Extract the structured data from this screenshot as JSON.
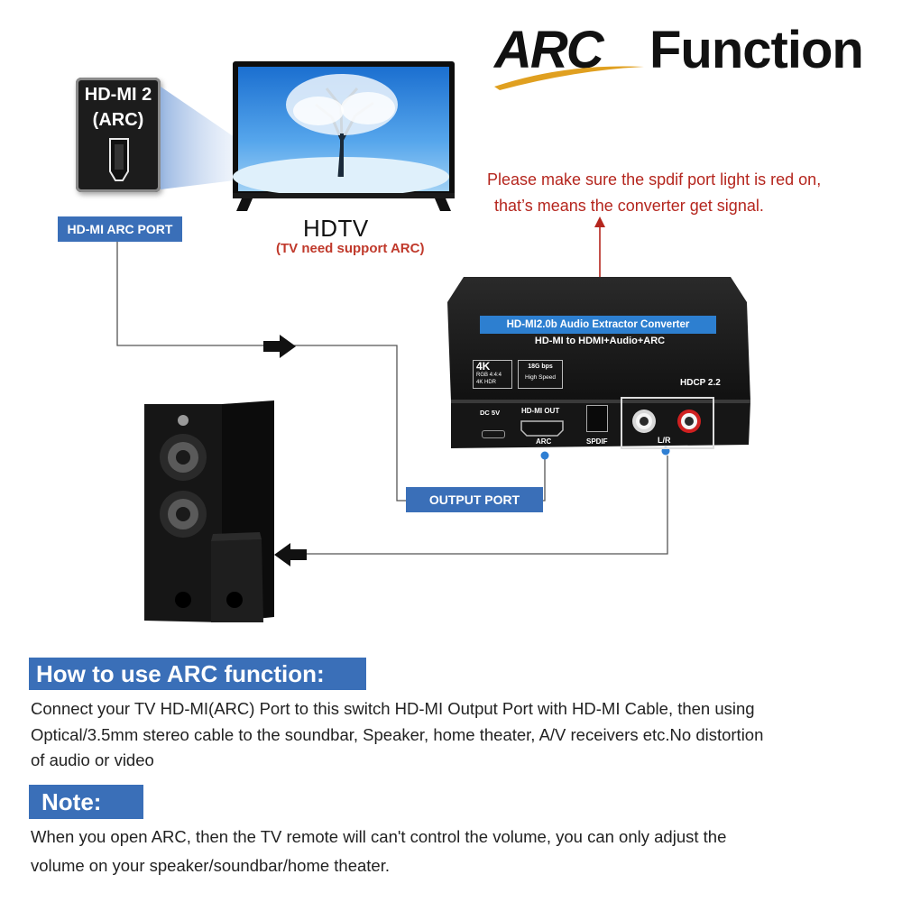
{
  "title": {
    "arc": "ARC",
    "function": "Function"
  },
  "hdmi_port": {
    "line1": "HD-MI 2",
    "line2": "(ARC)",
    "tag": "HD-MI ARC PORT"
  },
  "tv": {
    "label": "HDTV",
    "note": "(TV need support ARC)"
  },
  "red_note": {
    "line1": "Please make sure the spdif port light is red on,",
    "line2": "that’s means the converter get signal."
  },
  "converter": {
    "title": "HD-MI2.0b Audio Extractor Converter",
    "subtitle": "HD-MI to HDMI+Audio+ARC",
    "badge_4k": "4K",
    "badge_rgb": "RGB 4:4:4",
    "badge_hdr": "4K   HDR",
    "badge_speed": "18G bps",
    "badge_speed2": "High Speed",
    "hdcp": "HDCP 2.2",
    "dc": "DC 5V",
    "hdmi_out": "HD-MI OUT",
    "arc": "ARC",
    "spdif": "SPDIF",
    "lr": "L/R"
  },
  "output_tag": "OUTPUT PORT",
  "howto": {
    "heading": "How to use ARC function:",
    "line1": "Connect your TV HD-MI(ARC) Port to this switch HD-MI Output Port with HD-MI Cable, then using",
    "line2": "Optical/3.5mm stereo cable to the soundbar, Speaker, home theater, A/V receivers etc.No distortion",
    "line3": "of audio or video"
  },
  "note": {
    "heading": "Note:",
    "line1": "When you open ARC, then the TV remote will can't control the volume, you can only adjust the",
    "line2": "volume on your speaker/soundbar/home theater."
  },
  "colors": {
    "accent_blue": "#3a6fb8",
    "note_red": "#b5261e",
    "swoosh_gold": "#e0a020"
  }
}
